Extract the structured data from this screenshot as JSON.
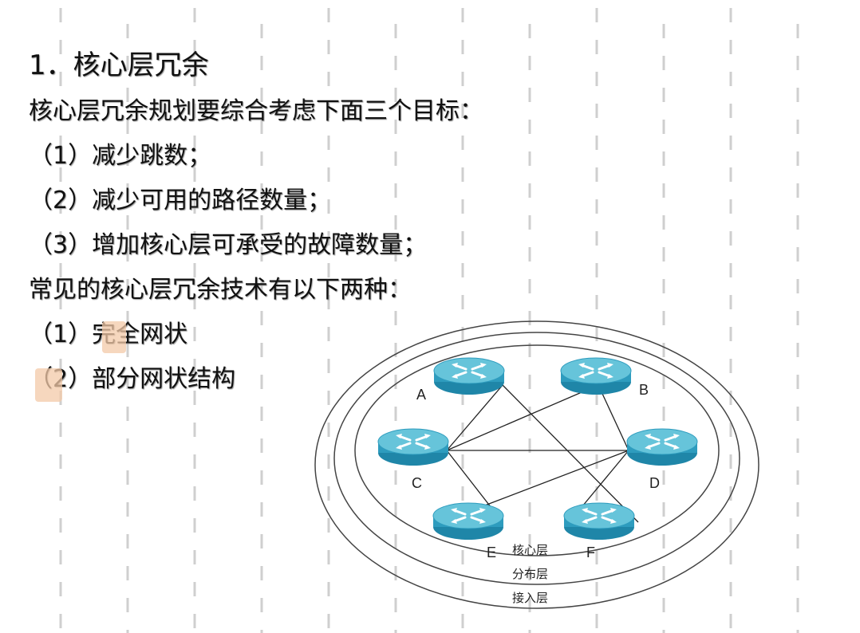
{
  "title": "1．核心层冗余",
  "intro": "核心层冗余规划要综合考虑下面三个目标：",
  "goals": [
    "（1）减少跳数；",
    "（2）减少可用的路径数量；",
    "（3）增加核心层可承受的故障数量；"
  ],
  "techniques_intro": "常见的核心层冗余技术有以下两种：",
  "techniques": [
    "（1）完全网状",
    "（2）部分网状结构"
  ],
  "diagram": {
    "routers": [
      {
        "id": "A",
        "label": "A"
      },
      {
        "id": "B",
        "label": "B"
      },
      {
        "id": "C",
        "label": "C"
      },
      {
        "id": "D",
        "label": "D"
      },
      {
        "id": "E",
        "label": "E"
      },
      {
        "id": "F",
        "label": "F"
      }
    ],
    "layers": [
      "核心层",
      "分布层",
      "接入层"
    ],
    "router_color": "#3aa7c6",
    "router_top_color": "#68c6dc"
  }
}
